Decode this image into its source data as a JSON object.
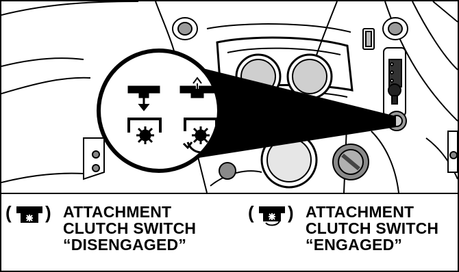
{
  "disengaged_caption": {
    "paren_open": "(",
    "paren_close": ")",
    "icon": "clutch-disengaged-icon",
    "lines": [
      "ATTACHMENT",
      "CLUTCH SWITCH",
      "“DISENGAGED”"
    ]
  },
  "engaged_caption": {
    "paren_open": "(",
    "paren_close": ")",
    "icon": "clutch-engaged-icon",
    "lines": [
      "ATTACHMENT",
      "CLUTCH SWITCH",
      "“ENGAGED”"
    ]
  },
  "magnified_icons": {
    "push_down": "push-down-clutch-icon",
    "pull_up": "pull-up-clutch-icon"
  }
}
